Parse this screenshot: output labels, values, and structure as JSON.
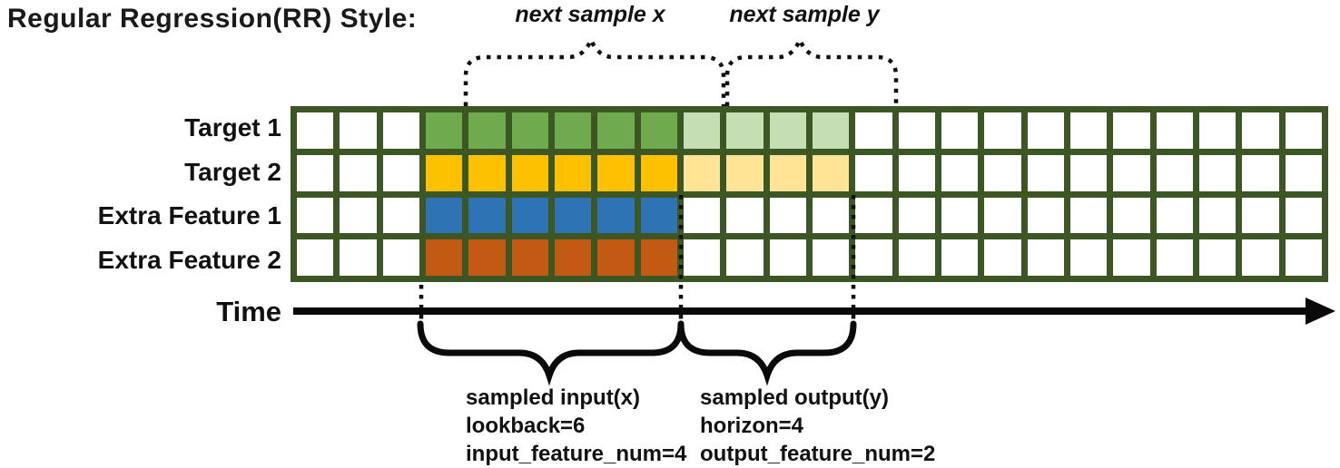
{
  "title": "Regular Regression(RR) Style:",
  "colors": {
    "grid_border": "#3c5723",
    "cell_empty": "#ffffff",
    "target1_input": "#6faa4e",
    "target1_output": "#c5deb3",
    "target2_input": "#fdc100",
    "target2_output": "#ffe496",
    "feature1_input": "#2e73b3",
    "feature2_input": "#c25a13",
    "annotation_black": "#111111"
  },
  "grid": {
    "columns": 24,
    "input_start_col": 3,
    "lookback": 6,
    "horizon": 4,
    "rows": [
      {
        "label": "Target 1",
        "input_color": "target1_input",
        "output_color": "target1_output"
      },
      {
        "label": "Target 2",
        "input_color": "target2_input",
        "output_color": "target2_output"
      },
      {
        "label": "Extra Feature 1",
        "input_color": "feature1_input",
        "output_color": null
      },
      {
        "label": "Extra Feature 2",
        "input_color": "feature2_input",
        "output_color": null
      }
    ]
  },
  "annotations": {
    "next_sample_x": "next sample x",
    "next_sample_y": "next sample y",
    "time_label": "Time",
    "input_block": {
      "line1": "sampled input(x)",
      "line2": "lookback=6",
      "line3": "input_feature_num=4"
    },
    "output_block": {
      "line1": "sampled output(y)",
      "line2": "horizon=4",
      "line3": "output_feature_num=2"
    }
  }
}
